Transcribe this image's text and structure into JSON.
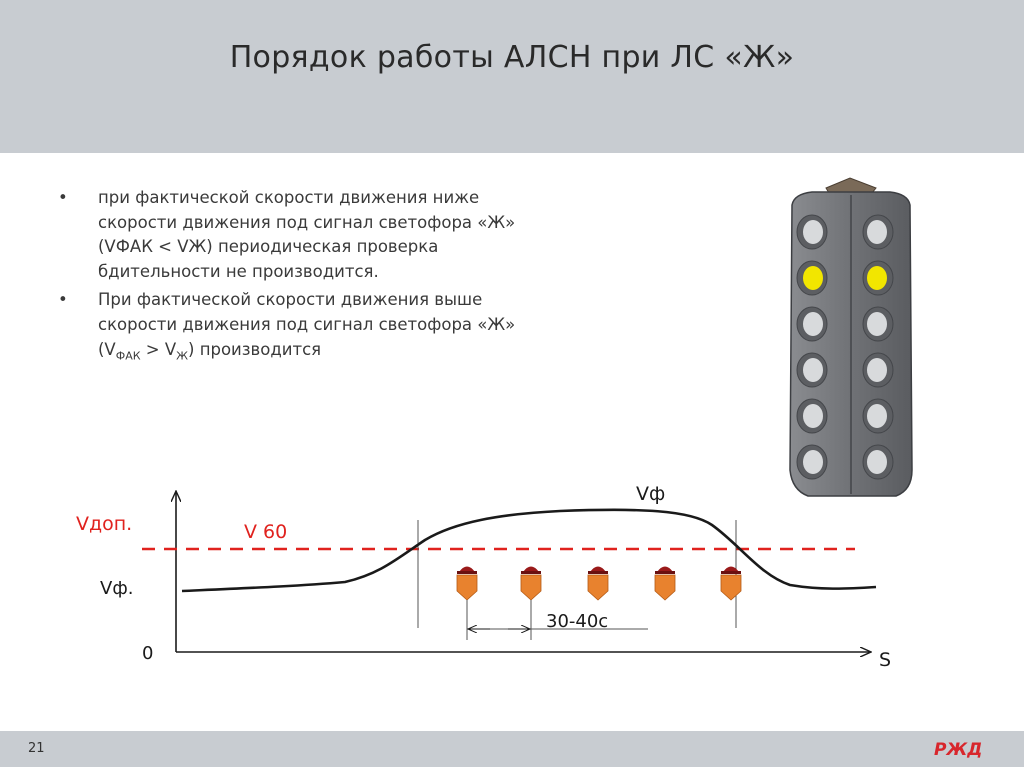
{
  "title": "Порядок работы АЛСН при ЛС «Ж»",
  "bullets": [
    {
      "marker": "•",
      "text": "при фактической скорости движения ниже\nскорости движения под сигнал светофора «Ж»\n(VФАК < VЖ) периодическая проверка\nбдительности не производится."
    },
    {
      "marker": "•",
      "text_line1": "При фактической скорости движения выше",
      "text_line2": "скорости движения под сигнал светофора «Ж»",
      "open": "(V",
      "sub1": "ФАК",
      "mid": " > V",
      "sub2": "Ж",
      "close": ") производится"
    }
  ],
  "diagram": {
    "y_axis_label_vdop": "Vдоп.",
    "limit_label": "V 60",
    "y_axis_label_vf": "Vф.",
    "origin_label": "0",
    "x_axis_label": "S",
    "curve_label": "Vф",
    "interval_label": "30-40с",
    "colors": {
      "limit_line": "#e0221e",
      "curve": "#1a1a1a",
      "bell_body": "#e8822e",
      "bell_cap": "#9a1a1a"
    },
    "bell_icons": 5,
    "signal_head": {
      "lamps_per_column": 6,
      "lit_lamp_index": 1,
      "lit_color": "#f2e600",
      "unlit_color": "#d8dadc",
      "body_color": "#6e7074"
    }
  },
  "footer": {
    "page_number": "21",
    "logo_text": "РЖД",
    "logo_color": "#d8262c"
  }
}
